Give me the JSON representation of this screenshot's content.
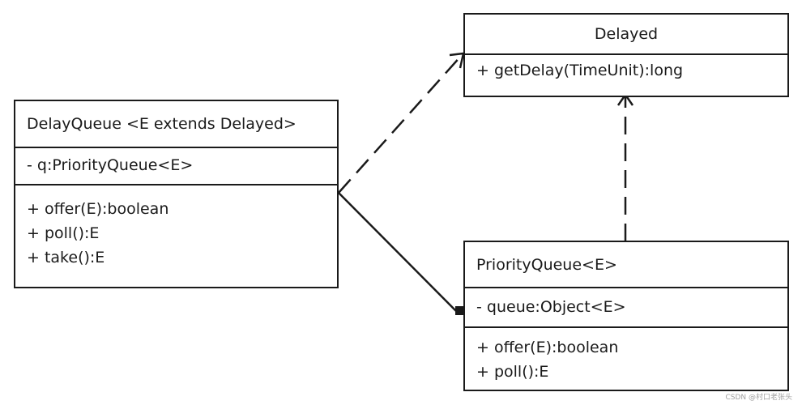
{
  "classes": {
    "delay_queue": {
      "name": "DelayQueue <E extends Delayed>",
      "attributes": [
        "- q:PriorityQueue<E>"
      ],
      "methods": [
        "+ offer(E):boolean",
        "+ poll():E",
        "+ take():E"
      ]
    },
    "delayed": {
      "name": "Delayed",
      "methods": [
        "+ getDelay(TimeUnit):long"
      ]
    },
    "priority_queue": {
      "name": "PriorityQueue<E>",
      "attributes": [
        "- queue:Object<E>"
      ],
      "methods": [
        "+ offer(E):boolean",
        "+ poll():E"
      ]
    }
  },
  "relations": [
    {
      "from": "DelayQueue",
      "to": "Delayed",
      "kind": "dependency"
    },
    {
      "from": "PriorityQueue",
      "to": "Delayed",
      "kind": "dependency"
    },
    {
      "from": "PriorityQueue",
      "to": "DelayQueue",
      "kind": "composition"
    }
  ],
  "watermark": "CSDN @村口老张头"
}
